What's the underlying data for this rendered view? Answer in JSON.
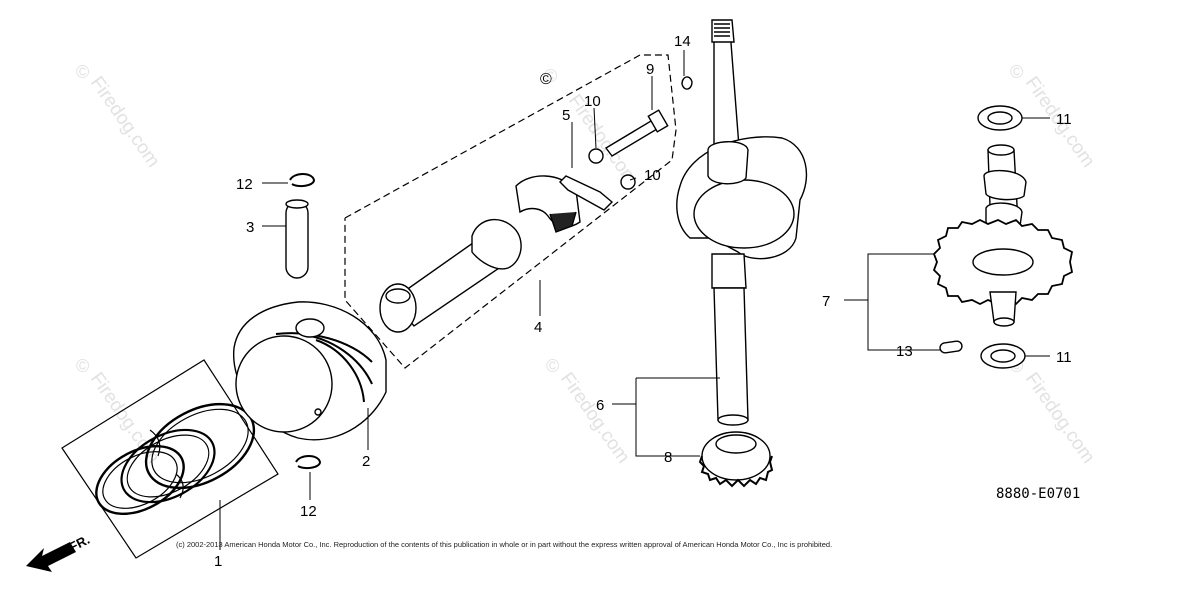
{
  "callouts": {
    "c1": "1",
    "c2": "2",
    "c3": "3",
    "c4": "4",
    "c5": "5",
    "c6": "6",
    "c7": "7",
    "c8": "8",
    "c9": "9",
    "c10a": "10",
    "c10b": "10",
    "c11a": "11",
    "c11b": "11",
    "c12a": "12",
    "c12b": "12",
    "c13": "13",
    "c14": "14"
  },
  "front_arrow_label": "FR.",
  "diagram_code": "8880-E0701",
  "copyright": "(c) 2002-2013 American Honda Motor Co., Inc. Reproduction of the contents of this publication in whole or in part without the express written approval of American Honda Motor Co., Inc is prohibited.",
  "watermark": "Firedog.com",
  "watermark_symbol": "©",
  "colors": {
    "line": "#000000",
    "watermark": "#e2e2e2",
    "background": "#ffffff"
  }
}
